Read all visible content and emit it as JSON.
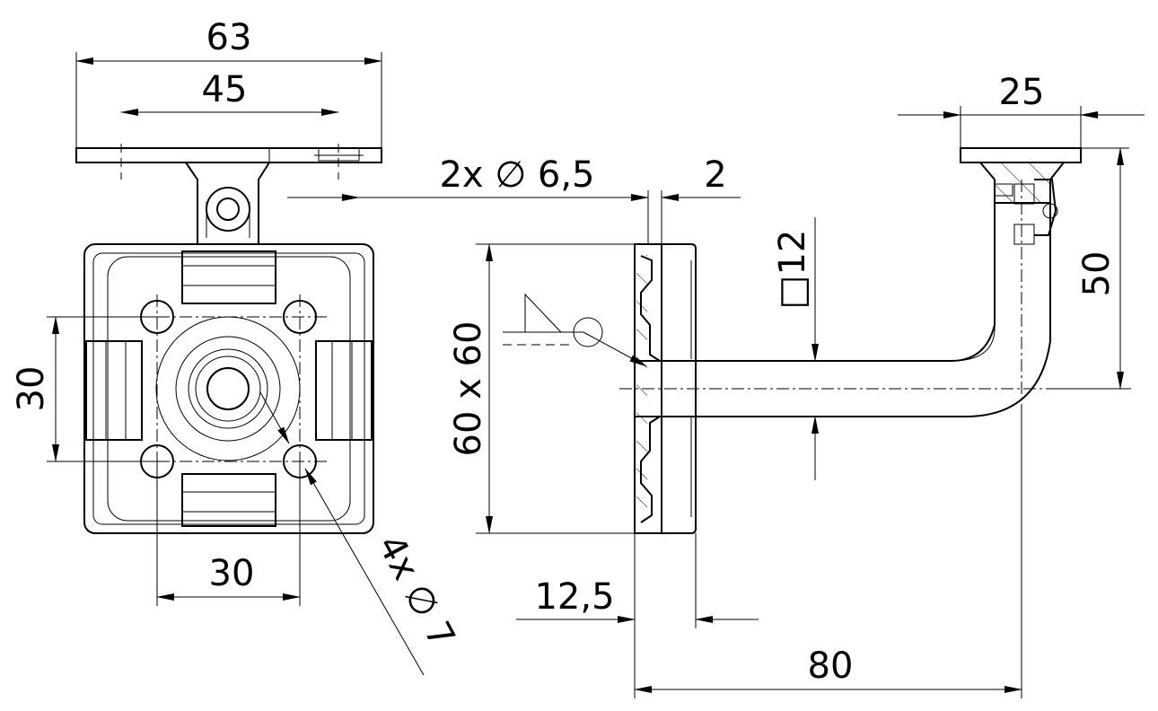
{
  "dimensions": {
    "plate_width": "63",
    "hole_spacing_top": "45",
    "screw_holes": "2x ∅ 6,5",
    "plate_thickness": "2",
    "bar_section": "□12",
    "rosette_size": "60 x 60",
    "vertical_spacing": "30",
    "horizontal_spacing": "30",
    "mount_holes": "4x ∅ 7",
    "rosette_depth": "12,5",
    "projection": "80",
    "top_plate_width": "25",
    "height": "50"
  },
  "symbols": {
    "weld_symbol": "fillet-weld-all-around-icon",
    "diameter_symbol": "diameter-icon",
    "square_symbol": "square-section-icon"
  }
}
